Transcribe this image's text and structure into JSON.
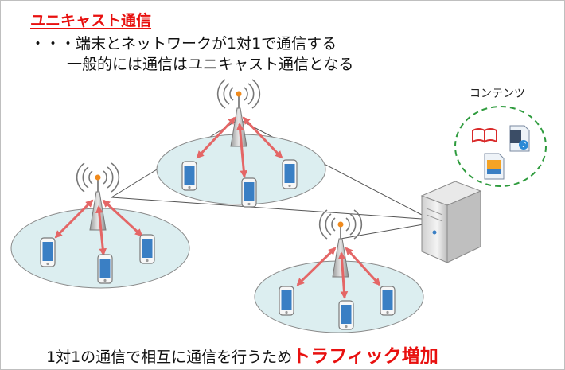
{
  "heading": {
    "title": "ユニキャスト通信",
    "line1": "・・・端末とネットワークが1対1で通信する",
    "line2": "一般的には通信はユニキャスト通信となる"
  },
  "contents_label": "コンテンツ",
  "footer": {
    "text": "1対1の通信で相互に通信を行うため",
    "highlight": "トラフィック増加"
  },
  "colors": {
    "title_red": "#e8100f",
    "arrow_red": "#e46666",
    "cell_fill": "#dceef0",
    "contents_circle": "#2e9b3d",
    "phone_screen": "#3a7fc4"
  },
  "icons": [
    "antenna-tower-icon",
    "smartphone-icon",
    "server-icon",
    "book-icon",
    "music-file-icon",
    "image-file-icon"
  ]
}
